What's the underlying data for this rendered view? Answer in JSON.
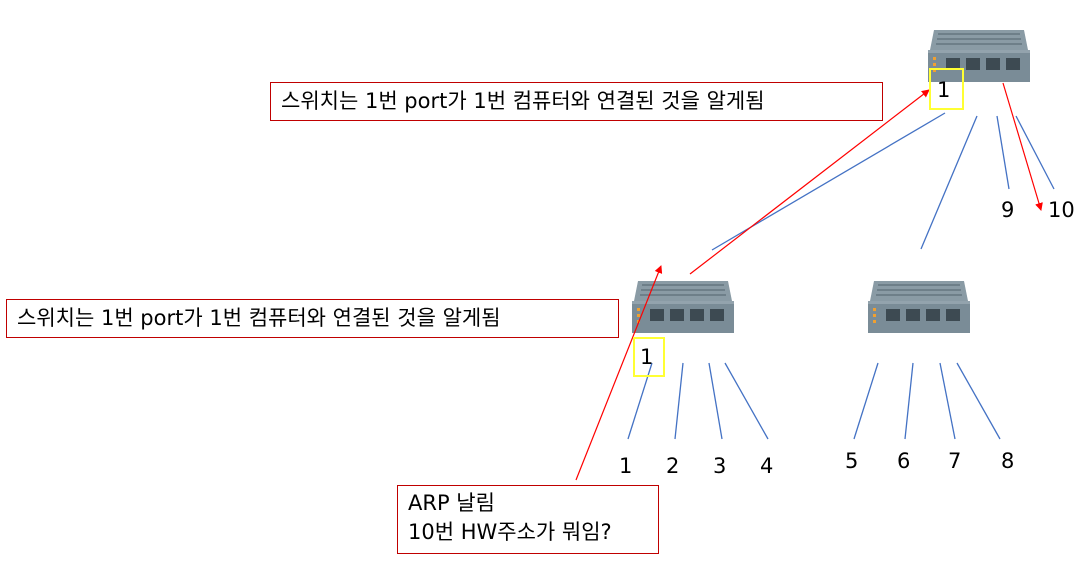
{
  "callouts": {
    "top_switch": "스위치는 1번 port가 1번 컴퓨터와 연결된 것을 알게됨",
    "left_switch": "스위치는 1번 port가 1번 컴퓨터와 연결된 것을 알게됨",
    "arp_line1": "ARP 날림",
    "arp_line2": "10번 HW주소가 뭐임?"
  },
  "port_labels": {
    "top_switch_port": "1",
    "left_switch_port": "1"
  },
  "computers": [
    "1",
    "2",
    "3",
    "4",
    "5",
    "6",
    "7",
    "8",
    "9",
    "10"
  ],
  "colors": {
    "switch_body": "#7a8c97",
    "switch_dark": "#5a6a74",
    "link_line": "#4472c4",
    "arrow": "#ff0000",
    "callout_border": "#c00000",
    "highlight": "#ffff33"
  }
}
